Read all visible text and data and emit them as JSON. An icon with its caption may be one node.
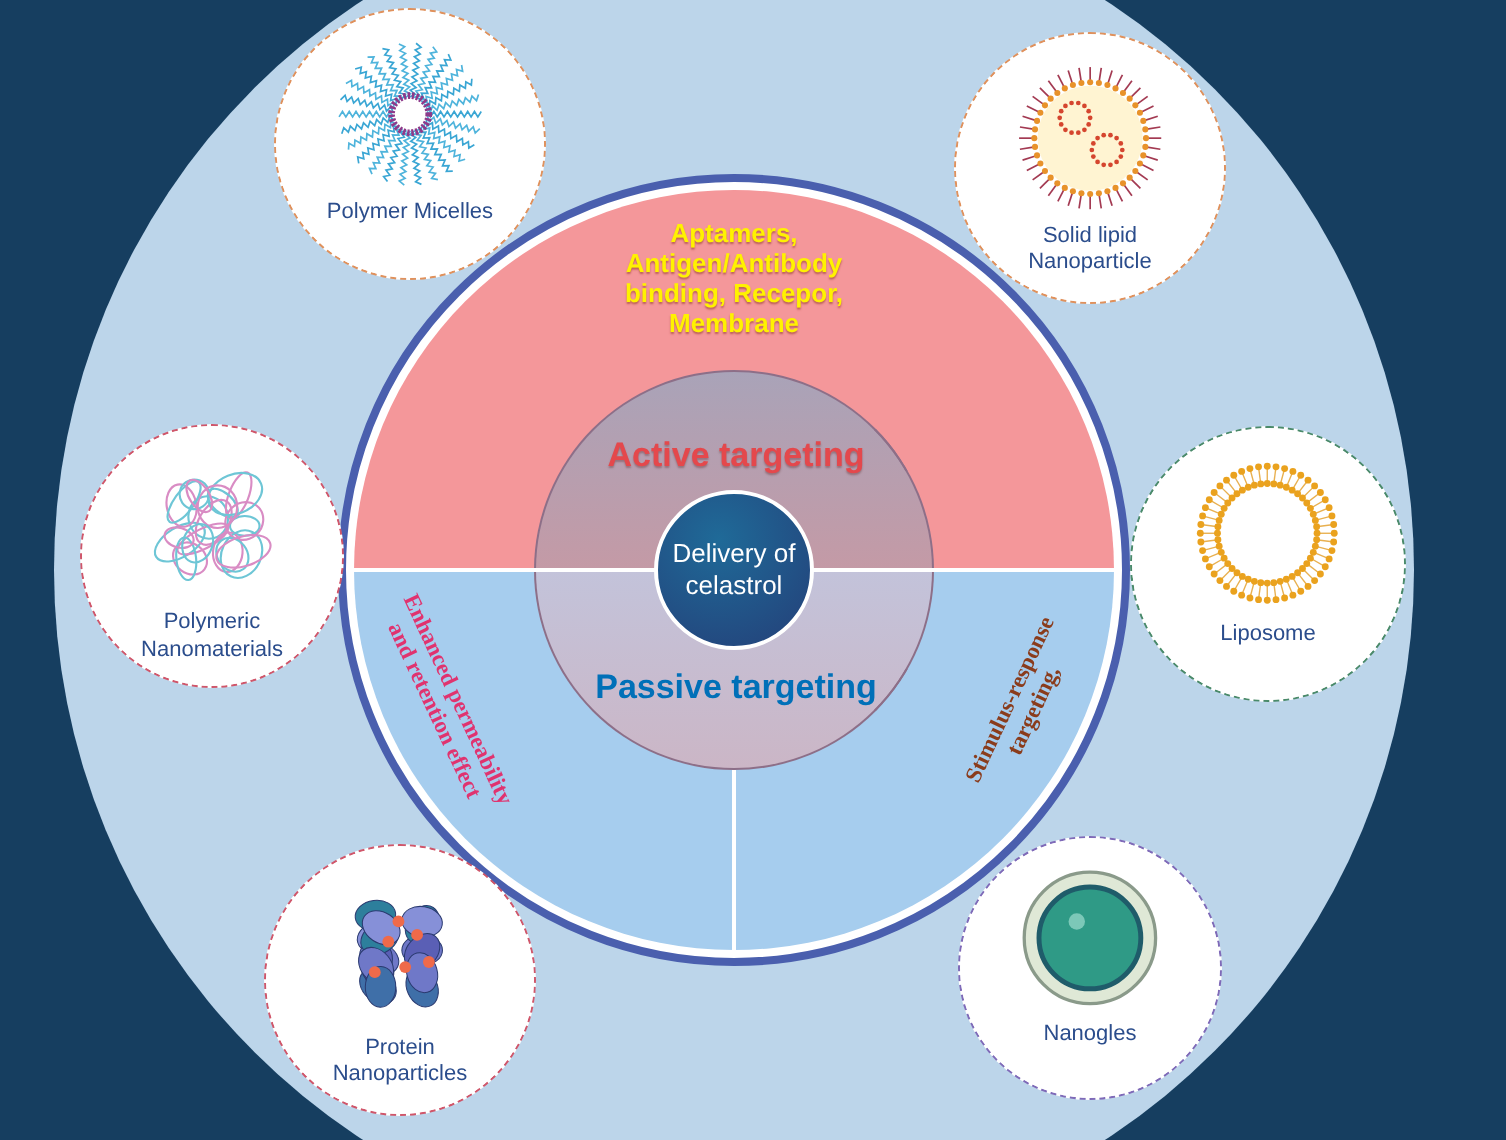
{
  "diagram": {
    "nodes": [
      {
        "text": [
          "Delivery of celastrol"
        ]
      },
      {
        "text": [
          "Active targeting"
        ],
        "in": 3
      },
      {
        "text": [
          "Passive targeting"
        ]
      },
      {
        "text": [
          "Aptamers, Antigen/Antibody binding, Recepor, Membrane"
        ]
      },
      {
        "text": [
          "Enhanced permeability and retention effect"
        ]
      },
      {
        "text": [
          "Stimulus-response targeting,"
        ]
      },
      {
        "text": [
          "Polymer Micelles"
        ]
      },
      {
        "text": [
          "Solid lipid Nanoparticle"
        ]
      },
      {
        "text": [
          "Polymeric Nanomaterials"
        ]
      },
      {
        "text": [
          "Liposome"
        ]
      },
      {
        "text": [
          "Protein Nanoparticles"
        ]
      },
      {
        "text": [
          "Nanogles"
        ]
      }
    ]
  }
}
